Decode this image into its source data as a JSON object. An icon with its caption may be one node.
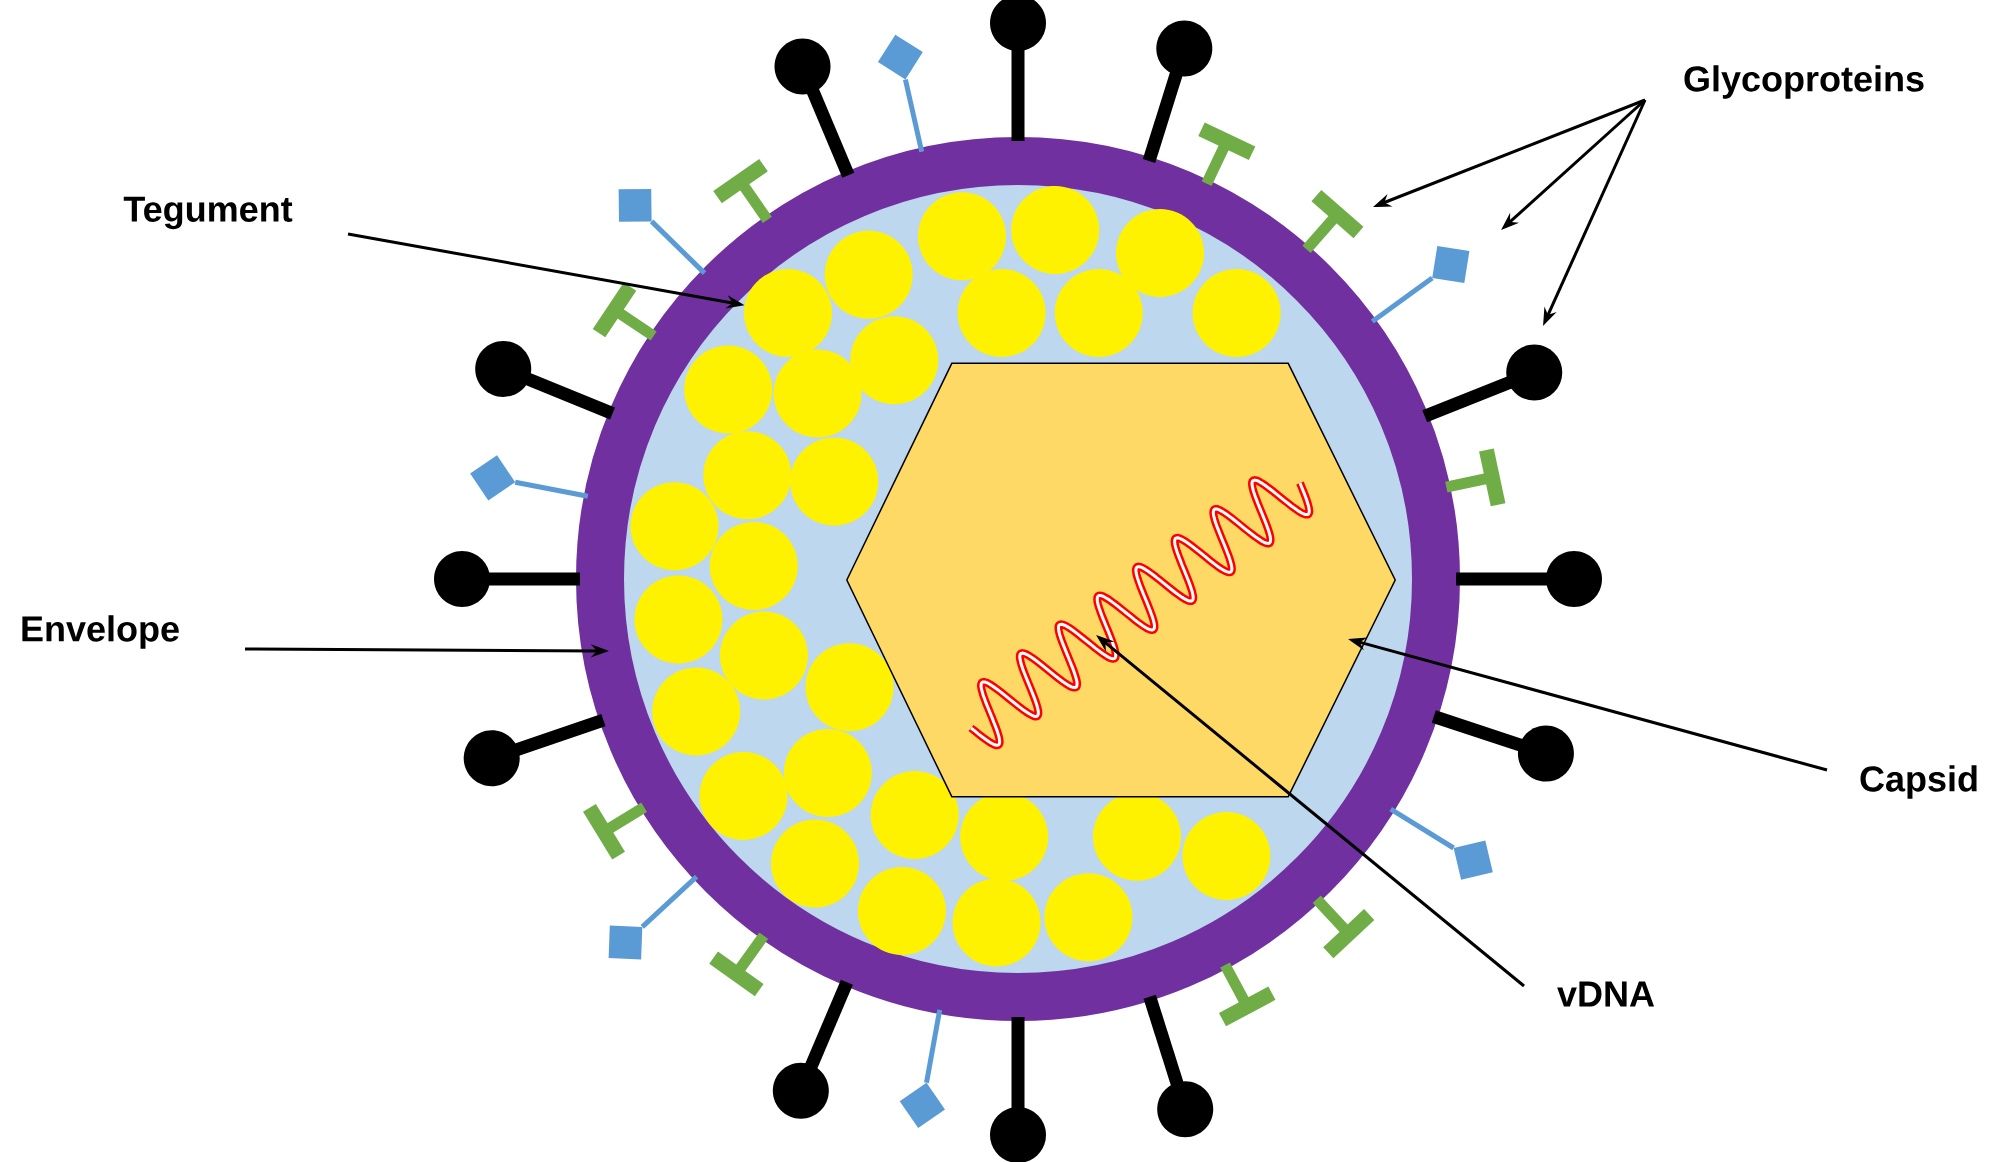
{
  "diagram": {
    "nodes": [
      {
        "text": [
          "Glycoproteins"
        ]
      },
      {
        "text": [
          "Tegument"
        ]
      },
      {
        "text": [
          "Envelope"
        ]
      },
      {
        "text": [
          "Capsid"
        ]
      },
      {
        "text": [
          "vDNA"
        ]
      },
      {
        "text": [],
        "shape": "circle",
        "in": 6
      },
      {
        "text": [],
        "shape": "circle"
      },
      {
        "text": [],
        "shape": "hexagon",
        "in": 6
      },
      {
        "text": [],
        "shape": "picture",
        "in": 7
      }
    ],
    "edges": [
      {
        "from": 0,
        "to": null,
        "arrow": "to"
      },
      {
        "from": 0,
        "to": null,
        "arrow": "to"
      },
      {
        "from": 0,
        "to": null,
        "arrow": "to"
      },
      {
        "from": 1,
        "to": 5,
        "arrow": "to"
      },
      {
        "from": 2,
        "to": 6,
        "arrow": "to"
      },
      {
        "from": 3,
        "to": 7,
        "arrow": "to"
      },
      {
        "from": 4,
        "to": 8,
        "arrow": "to"
      }
    ]
  }
}
